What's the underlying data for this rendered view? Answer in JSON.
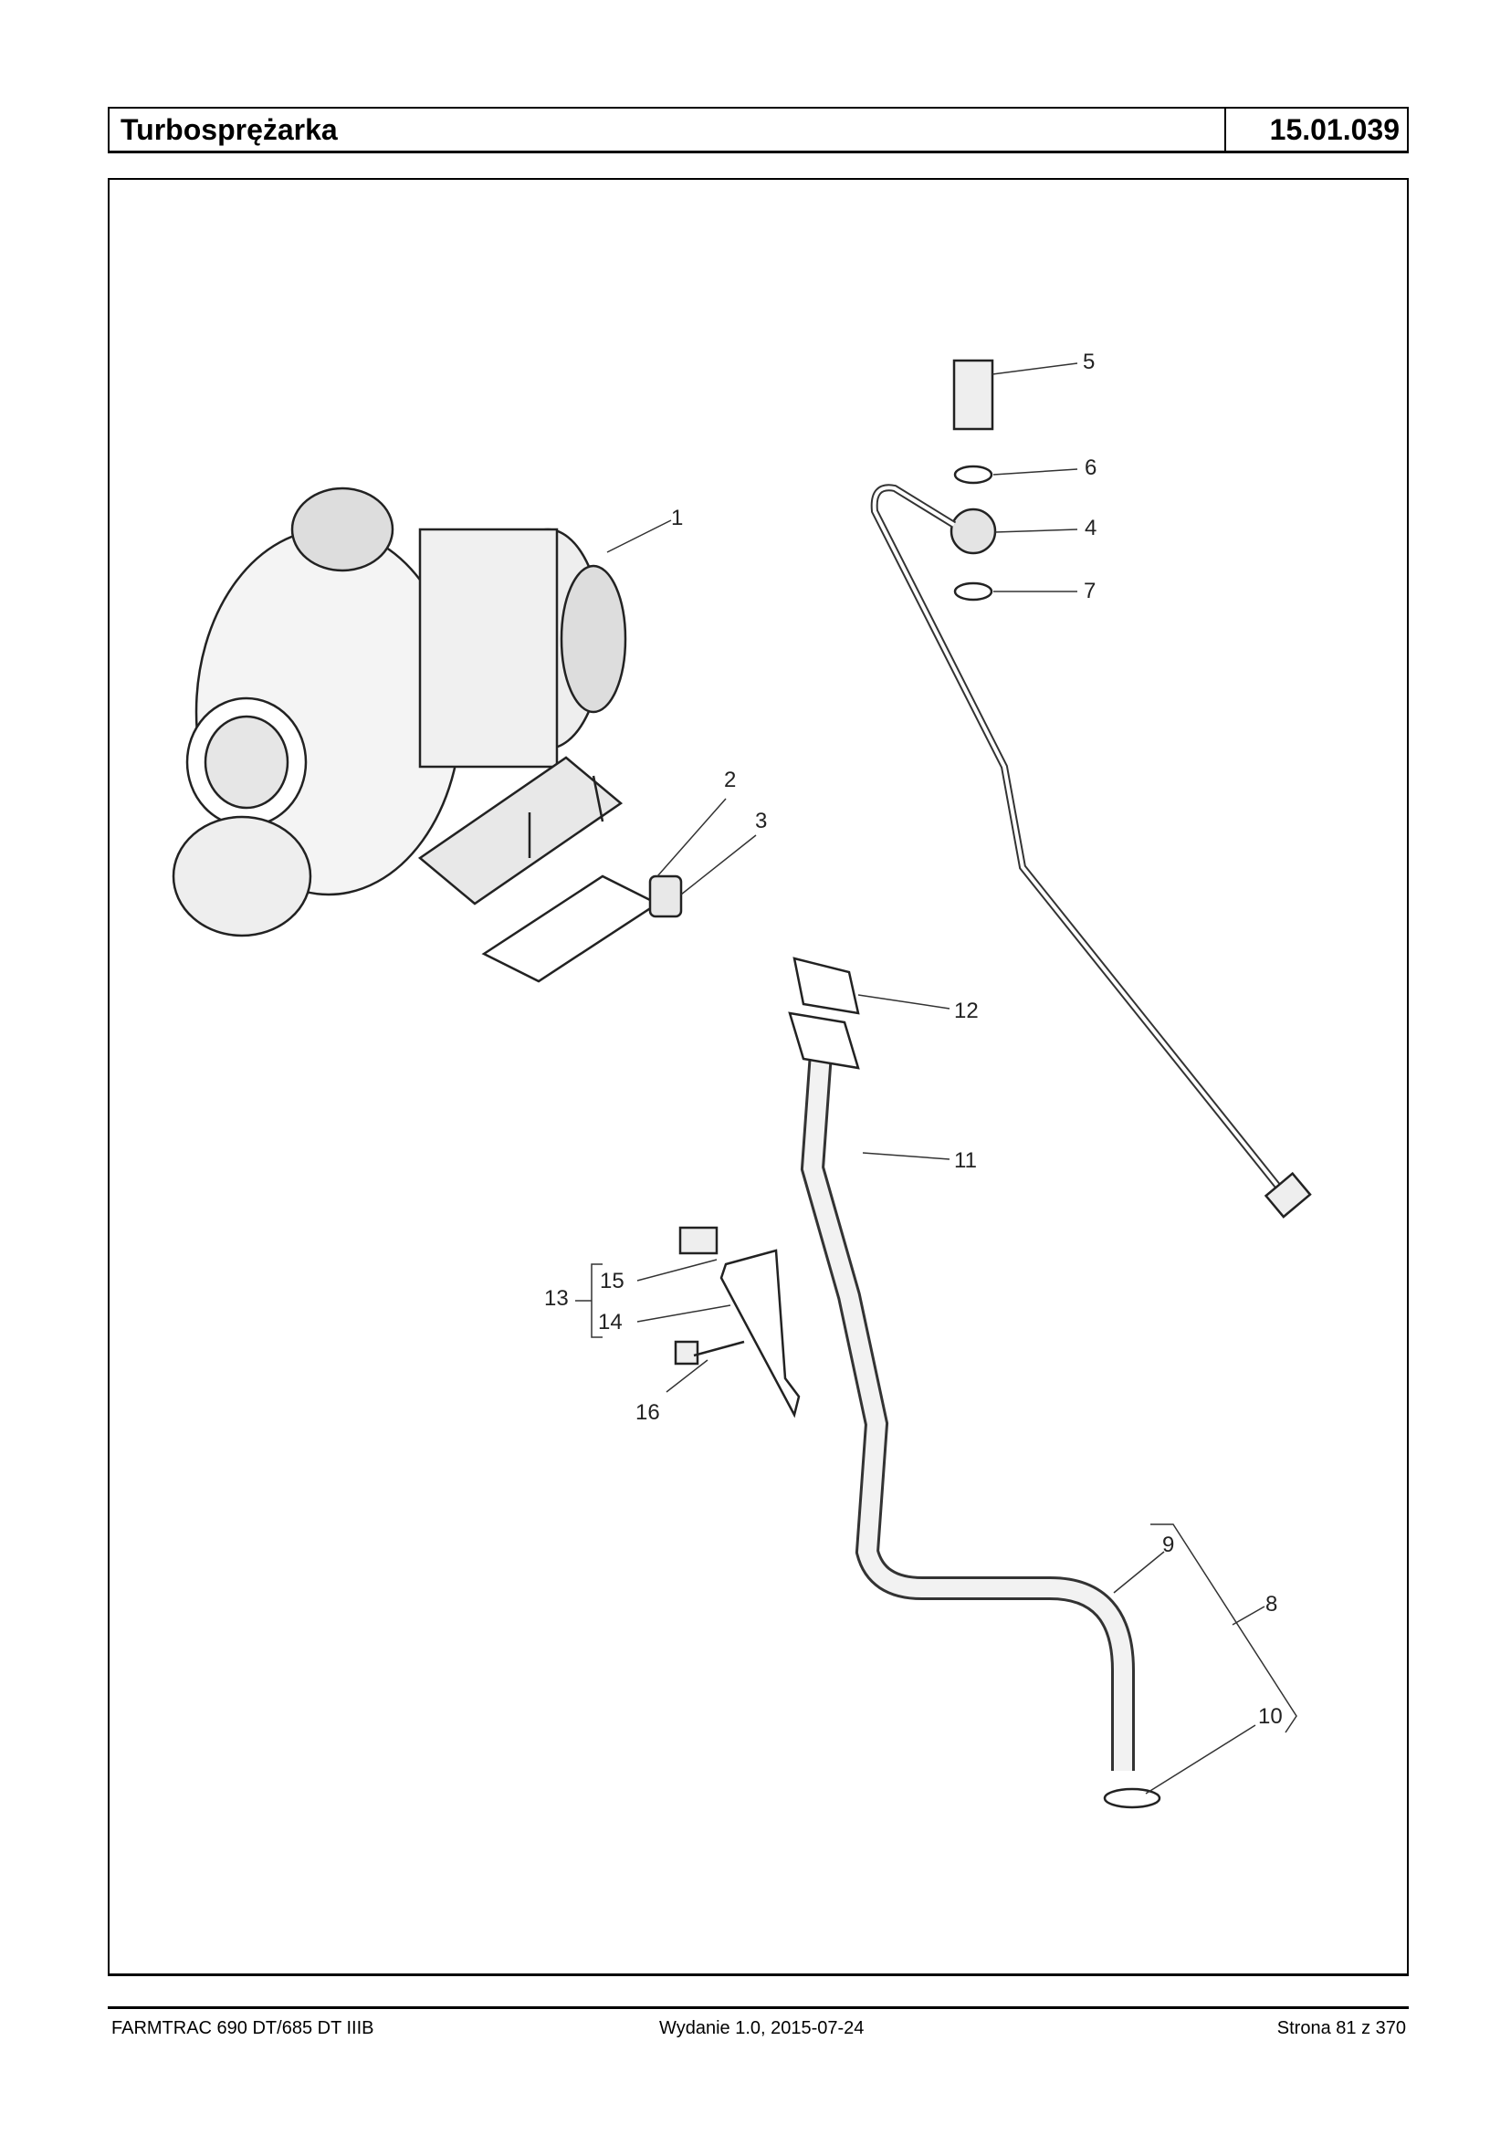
{
  "header": {
    "title": "Turbosprężarka",
    "code": "15.01.039"
  },
  "diagram": {
    "callouts": [
      "1",
      "2",
      "3",
      "4",
      "5",
      "6",
      "7",
      "8",
      "9",
      "10",
      "11",
      "12",
      "13",
      "14",
      "15",
      "16"
    ]
  },
  "footer": {
    "model": "FARMTRAC 690 DT/685 DT IIIB",
    "edition": "Wydanie 1.0,  2015-07-24",
    "page": "Strona 81 z 370"
  }
}
